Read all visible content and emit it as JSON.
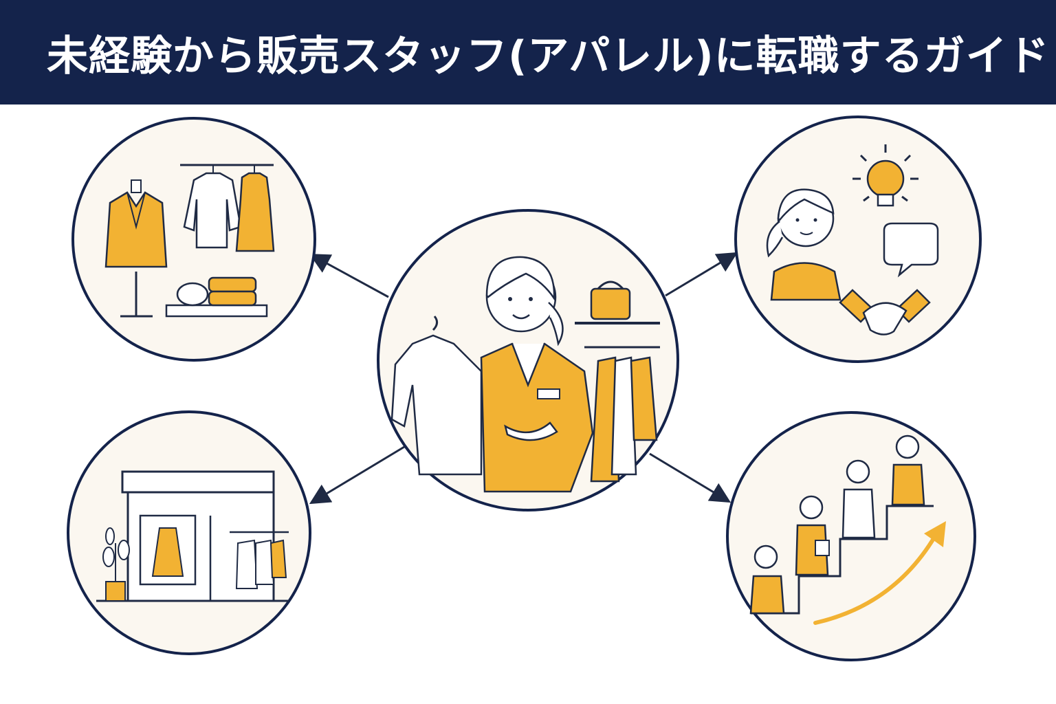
{
  "header": {
    "title": "未経験から販売スタッフ(アパレル)に転職するガイド"
  },
  "colors": {
    "navy": "#14234b",
    "accent": "#f2b233",
    "circle_fill": "#fbf7f0",
    "line": "#1f2a44"
  },
  "diagram": {
    "center": {
      "icon": "sales-staff-holding-clothes-illustration"
    },
    "nodes": [
      {
        "id": "top-left",
        "icon": "apparel-products-illustration"
      },
      {
        "id": "top-right",
        "icon": "communication-handshake-illustration"
      },
      {
        "id": "bottom-left",
        "icon": "storefront-illustration"
      },
      {
        "id": "bottom-right",
        "icon": "career-steps-illustration"
      }
    ]
  }
}
